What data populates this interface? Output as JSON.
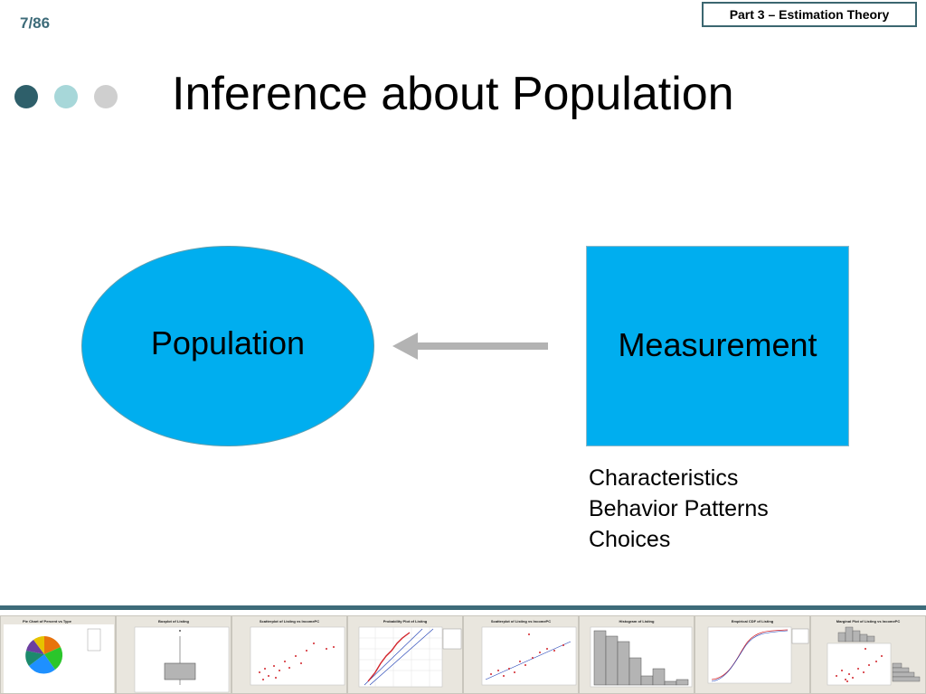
{
  "slide_number": "7/86",
  "part_label": "Part 3 – Estimation Theory",
  "nav_dots": [
    "#2e5f6a",
    "#a7d7d9",
    "#cfcfcf"
  ],
  "title": "Inference about Population",
  "diagram": {
    "population": "Population",
    "measurement": "Measurement",
    "fill_color": "#00aeef",
    "arrow_color": "#b3b3b3"
  },
  "measurement_notes": [
    "Characteristics",
    "Behavior Patterns",
    "Choices"
  ],
  "thumbnails": [
    "Pie Chart of Percent vs Type",
    "Boxplot of Listing",
    "Scatterplot of Listing vs IncomePC",
    "Probability Plot of Listing",
    "Scatterplot of Listing vs IncomePC",
    "Histogram of Listing",
    "Empirical CDF of Listing",
    "Marginal Plot of Listing vs IncomePC"
  ]
}
